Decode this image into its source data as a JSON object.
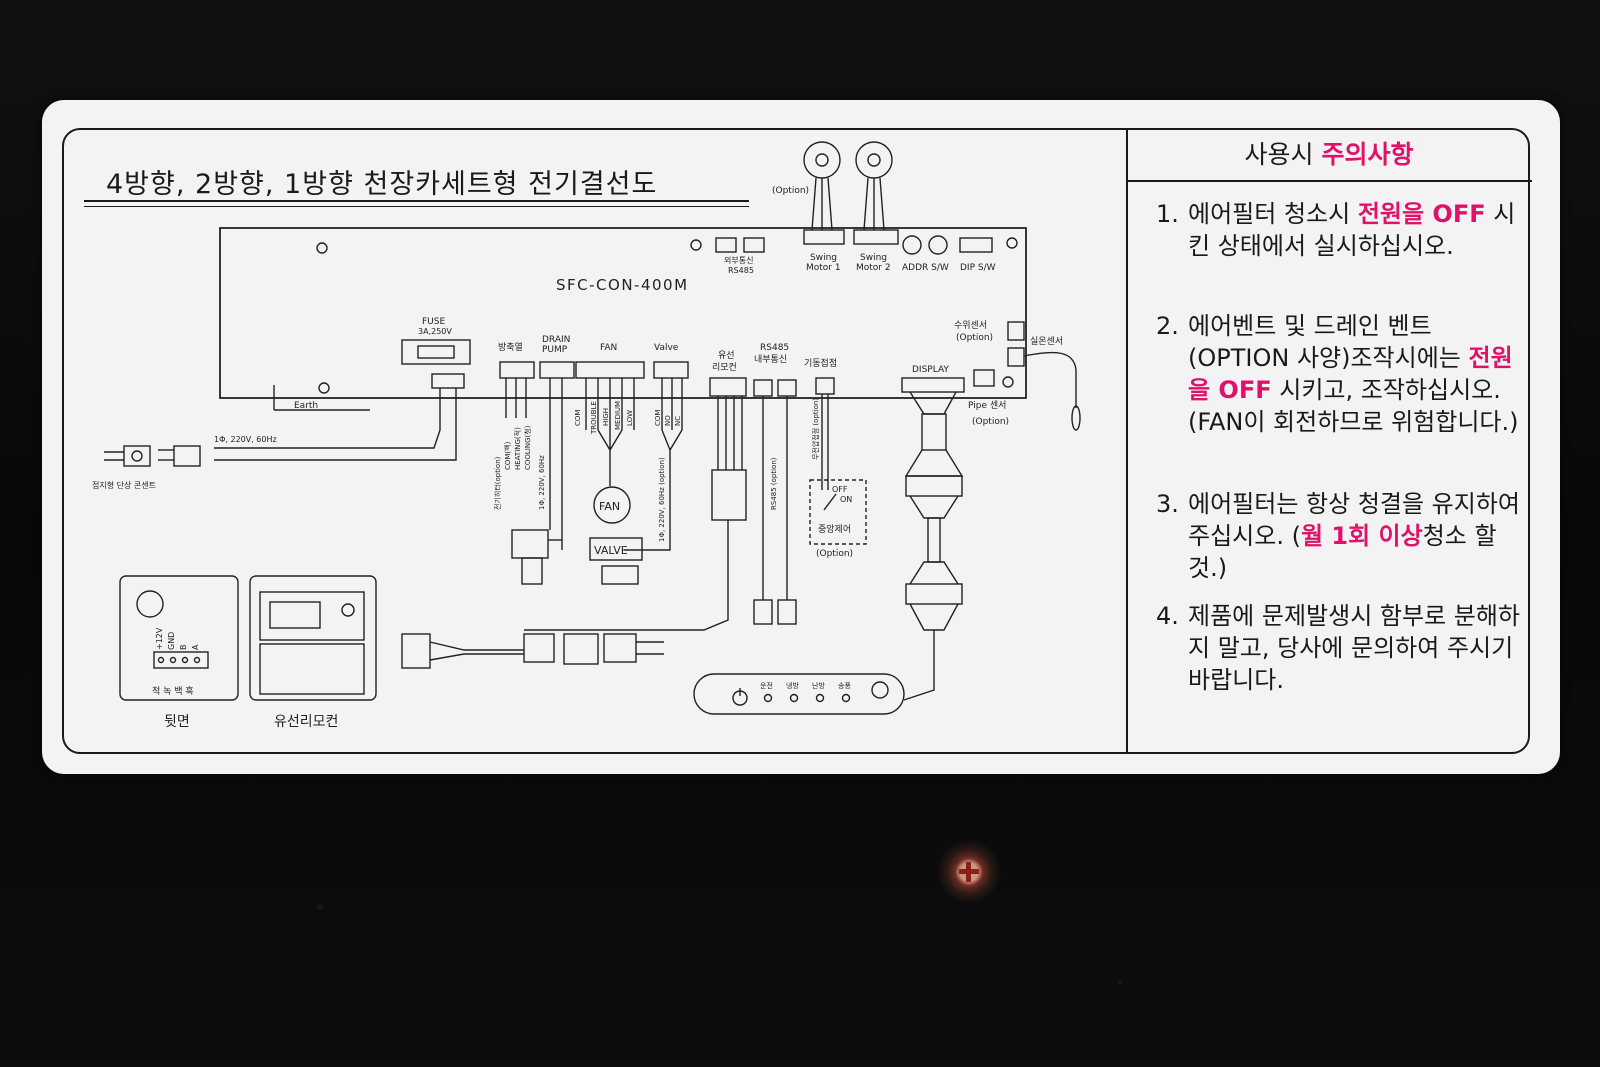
{
  "diagram": {
    "title": "4방향, 2방향, 1방향 천장카세트형 전기결선도",
    "board_model": "SFC-CON-400M",
    "labels": {
      "option_motor": "(Option)",
      "ext_comm": "외부통신",
      "rs485_top": "RS485",
      "swing1_a": "Swing",
      "swing1_b": "Motor 1",
      "swing2_a": "Swing",
      "swing2_b": "Motor 2",
      "addr_sw": "ADDR S/W",
      "dip_sw": "DIP S/W",
      "water_sensor": "수위센서",
      "water_option": "(Option)",
      "room_sensor": "실온센서",
      "fuse": "FUSE",
      "fuse_rating": "3A,250V",
      "earth": "Earth",
      "power_spec": "1Φ, 220V, 60Hz",
      "outlet": "접지형 단상 콘센트",
      "heater": "방축열",
      "drain_a": "DRAIN",
      "drain_b": "PUMP",
      "fan": "FAN",
      "valve": "Valve",
      "wired_remote_a": "유선",
      "wired_remote_b": "리모컨",
      "rs485_internal_a": "RS485",
      "rs485_internal_b": "내부통신",
      "dry_contact": "기동접점",
      "display": "DISPLAY",
      "pipe_sensor": "Pipe 센서",
      "pipe_option": "(Option)",
      "fan_motor": "FAN",
      "valve_box": "VALVE",
      "off": "OFF",
      "on": "ON",
      "central_control": "중앙제어",
      "central_option": "(Option)",
      "vert_drain": "1Φ, 220V, 60Hz",
      "vert_valve": "1Φ, 220V, 60Hz (option)",
      "vert_rs485": "RS485 (option)",
      "vert_heater_opt": "전기히터(option)",
      "vert_dry": "무전압접점 (option)",
      "pins_heater": [
        "COM(백)",
        "HEATING(적)",
        "COOLING(청)"
      ],
      "pins_fan": [
        "COM",
        "TROUBLE",
        "HIGH",
        "MEDIUM",
        "LOW"
      ],
      "pins_valve": [
        "COM",
        "NO",
        "NC"
      ],
      "remote_pins": [
        "+12V",
        "GND",
        "B",
        "A"
      ],
      "wire_colors": "적 녹 백 흑",
      "back_side": "뒷면",
      "wired_remote_caption": "유선리모컨",
      "panel_leds": [
        "운전",
        "냉방",
        "난방",
        "송풍"
      ]
    }
  },
  "caution": {
    "title_prefix": "사용시 ",
    "title_highlight": "주의사항",
    "notes": [
      {
        "num": "1.",
        "parts": [
          {
            "text": "에어필터 청소시 ",
            "hl": false
          },
          {
            "text": "전원을 OFF",
            "hl": true
          },
          {
            "text": " 시킨 상태에서 실시하십시오.",
            "hl": false
          }
        ]
      },
      {
        "num": "2.",
        "parts": [
          {
            "text": "에어벤트 및 드레인 벤트(OPTION 사양)조작시에는 ",
            "hl": false
          },
          {
            "text": "전원을 OFF",
            "hl": true
          },
          {
            "text": " 시키고, 조작하십시오. (FAN이 회전하므로 위험합니다.)",
            "hl": false
          }
        ]
      },
      {
        "num": "3.",
        "parts": [
          {
            "text": "에어필터는 항상 청결을 유지하여 주십시오. (",
            "hl": false
          },
          {
            "text": "월 1회 이상",
            "hl": true
          },
          {
            "text": "청소 할 것.)",
            "hl": false
          }
        ]
      },
      {
        "num": "4.",
        "parts": [
          {
            "text": "제품에 문제발생시 함부로 분해하지 말고, 당사에 문의하여 주시기 바랍니다.",
            "hl": false
          }
        ]
      }
    ]
  },
  "colors": {
    "highlight": "#e0116b",
    "ink": "#1a1a1a",
    "label_bg": "#f3f3f3"
  }
}
